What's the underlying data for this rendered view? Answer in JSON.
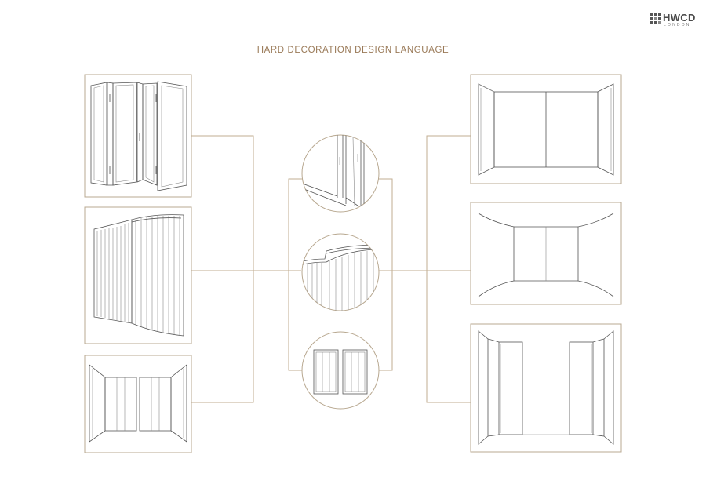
{
  "page": {
    "title": "HARD DECORATION DESIGN LANGUAGE"
  },
  "logo": {
    "mark": "HWCD",
    "sub": "LONDON"
  },
  "icons": {
    "logo_icon": "grid-squares-icon"
  },
  "colors": {
    "title": "#9a7a58",
    "frame": "#b8a890",
    "connector": "#c2ae92",
    "drawing": "#555555"
  }
}
